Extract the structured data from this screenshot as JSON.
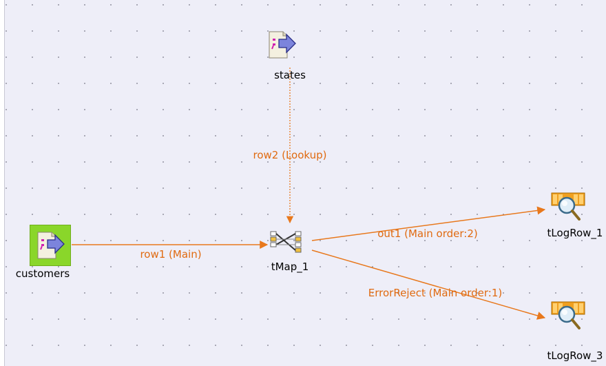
{
  "canvas": {
    "background": "#eeeef8",
    "link_color": "#e8781c"
  },
  "components": {
    "states": {
      "label": "states",
      "icon": "file-input-icon"
    },
    "customers": {
      "label": "customers",
      "icon": "file-input-icon",
      "selected": true
    },
    "tmap": {
      "label": "tMap_1",
      "icon": "tmap-icon"
    },
    "log1": {
      "label": "tLogRow_1",
      "icon": "logrow-icon"
    },
    "log3": {
      "label": "tLogRow_3",
      "icon": "logrow-icon"
    }
  },
  "links": {
    "row2": "row2 (Lookup)",
    "row1": "row1 (Main)",
    "out1": "out1 (Main order:2)",
    "error": "ErrorReject (Main order:1)"
  }
}
